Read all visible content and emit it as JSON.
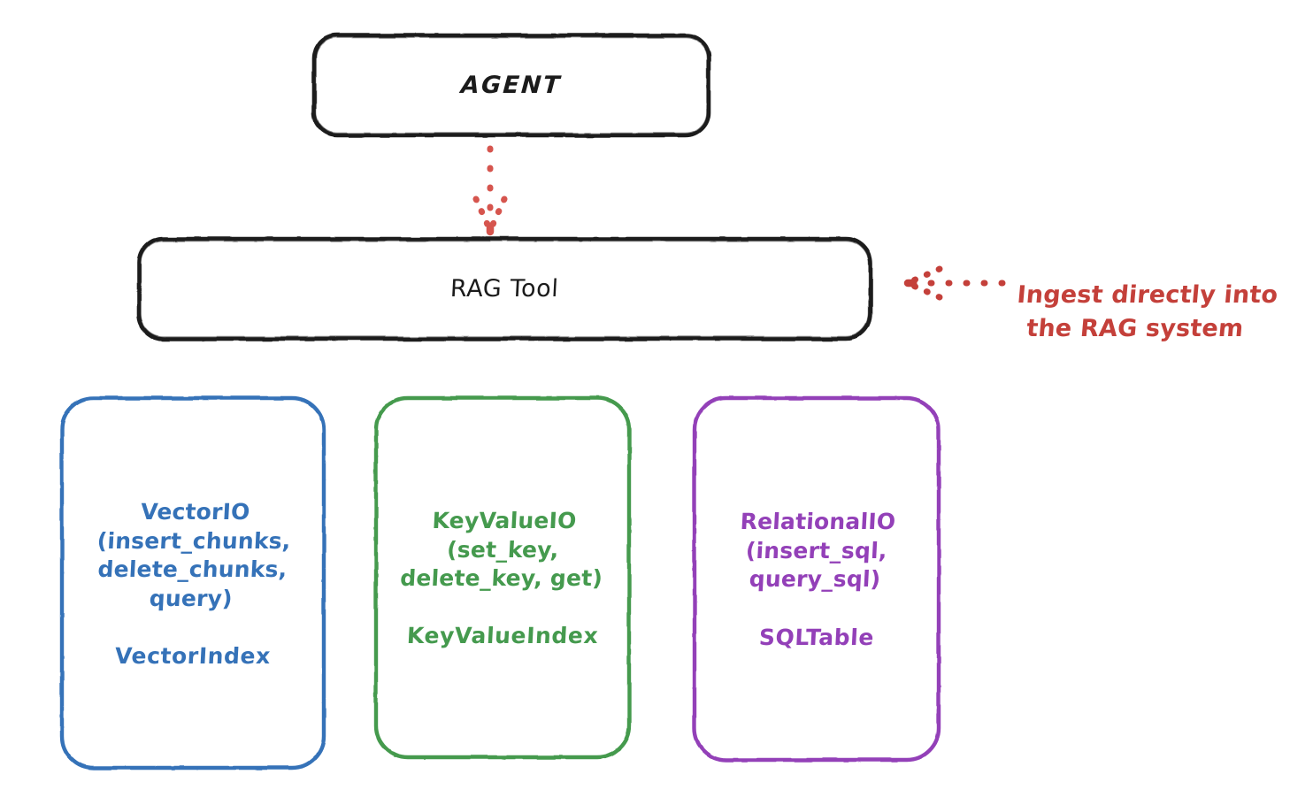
{
  "diagram": {
    "title_nodes": {
      "agent": {
        "label": "AGENT"
      },
      "rag_tool": {
        "label": "RAG Tool"
      }
    },
    "providers": [
      {
        "id": "vector",
        "api": "VectorIO",
        "methods": "(insert_chunks,\ndelete_chunks,\nquery)",
        "body": "VectorIO\n(insert_chunks,\ndelete_chunks,\nquery)",
        "index": "VectorIndex",
        "color": "#3572b8"
      },
      {
        "id": "keyvalue",
        "api": "KeyValueIO",
        "methods": "(set_key,\ndelete_key, get)",
        "body": "KeyValueIO\n(set_key,\ndelete_key, get)",
        "index": "KeyValueIndex",
        "color": "#459a4e"
      },
      {
        "id": "relational",
        "api": "RelationalIO",
        "methods": "(insert_sql,\nquery_sql)",
        "body": "RelationalIO\n(insert_sql,\nquery_sql)",
        "index": "SQLTable",
        "color": "#9340b8"
      }
    ],
    "annotation": {
      "line1": "Ingest directly into",
      "line2": "the RAG system",
      "color": "#c4403a"
    },
    "connectors": {
      "agent_to_rag": "dotted-down-arrow",
      "annotation_to_rag": "dotted-left-arrow"
    },
    "colors": {
      "stroke_black": "#1b1b1b",
      "blue": "#3572b8",
      "green": "#459a4e",
      "purple": "#9340b8",
      "red": "#c4403a",
      "background": "#ffffff"
    }
  }
}
